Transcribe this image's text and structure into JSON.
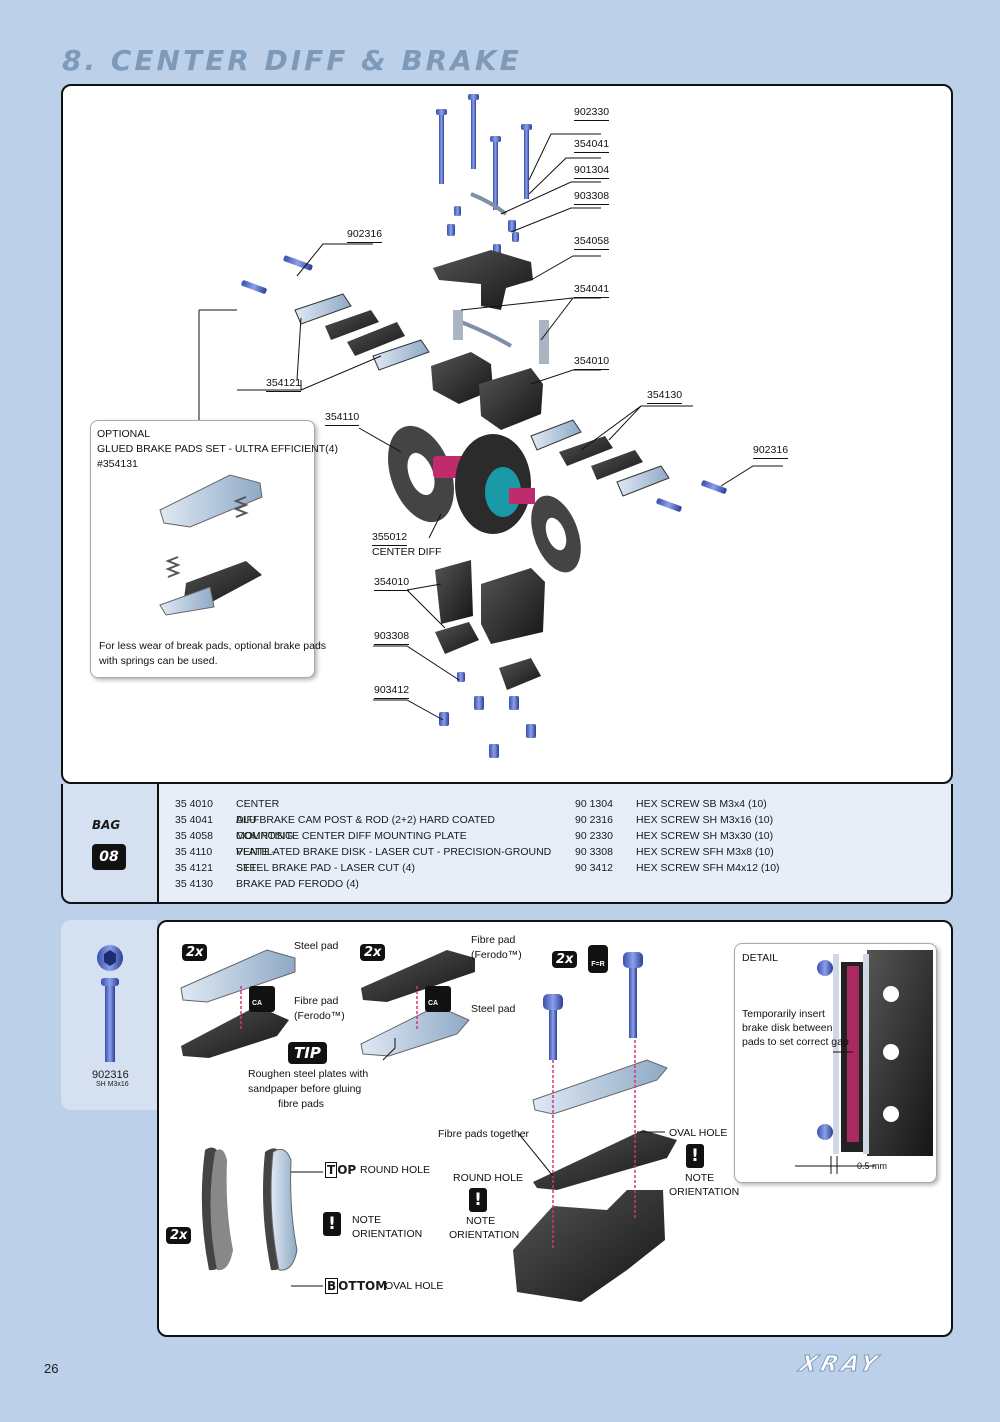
{
  "title": "8. CENTER DIFF & BRAKE",
  "callouts": {
    "c902330": "902330",
    "c354041a": "354041",
    "c901304": "901304",
    "c903308a": "903308",
    "c902316a": "902316",
    "c354058": "354058",
    "c354041b": "354041",
    "c354010a": "354010",
    "c354121": "354121",
    "c354130": "354130",
    "c354110": "354110",
    "c902316b": "902316",
    "c355012": "355012",
    "center_diff": "CENTER DIFF",
    "c354010b": "354010",
    "c903308b": "903308",
    "c903412": "903412"
  },
  "optional_box": {
    "line1": "OPTIONAL",
    "line2": "GLUED BRAKE PADS SET - ULTRA EFFICIENT(4)",
    "line3": "#354131",
    "note1": "For less wear of break pads, optional brake pads",
    "note2": "with springs can be used."
  },
  "bag": {
    "label": "BAG",
    "number": "08"
  },
  "parts_left": [
    {
      "code": "35 4010",
      "name": "CENTER DIFF MOUNTING PLATE - SET"
    },
    {
      "code": "35 4041",
      "name": "ALU BRAKE CAM POST & ROD (2+2) HARD COATED"
    },
    {
      "code": "35 4058",
      "name": "COMPOSITE CENTER DIFF MOUNTING PLATE"
    },
    {
      "code": "35 4110",
      "name": "VENTILATED BRAKE DISK - LASER CUT - PRECISION-GROUND"
    },
    {
      "code": "35 4121",
      "name": "STEEL BRAKE PAD - LASER CUT (4)"
    },
    {
      "code": "35 4130",
      "name": "BRAKE PAD FERODO (4)"
    }
  ],
  "parts_right": [
    {
      "code": "90 1304",
      "name": "HEX SCREW SB M3x4 (10)"
    },
    {
      "code": "90 2316",
      "name": "HEX SCREW SH M3x16 (10)"
    },
    {
      "code": "90 2330",
      "name": "HEX SCREW SH M3x30 (10)"
    },
    {
      "code": "90 3308",
      "name": "HEX SCREW SFH M3x8 (10)"
    },
    {
      "code": "90 3412",
      "name": "HEX SCREW SFH M4x12 (10)"
    }
  ],
  "screw": {
    "code": "902316",
    "desc": "SH M3x16"
  },
  "step": {
    "twox": "2x",
    "ca": "CA",
    "fr": "F=R",
    "steel_pad": "Steel pad",
    "fibre_pad_1": "Fibre pad",
    "fibre_pad_2": "(Ferodo™)",
    "fibre_pad_b1": "Fibre pad",
    "fibre_pad_b2": "(Ferodo™)",
    "steel_pad_b": "Steel pad",
    "tip": "TIP",
    "tip_1": "Roughen steel plates with",
    "tip_2": "sandpaper before gluing",
    "tip_3": "fibre pads",
    "top_t": "T",
    "top_rest": "OP",
    "round_hole": "ROUND HOLE",
    "note_1": "NOTE",
    "note_2": "ORIENTATION",
    "bottom_b": "B",
    "bottom_rest": "OTTOM",
    "oval_hole": "OVAL HOLE",
    "fibre_together": "Fibre pads together",
    "round_hole_2": "ROUND HOLE",
    "note_b1": "NOTE",
    "note_b2": "ORIENTATION",
    "oval_hole_2": "OVAL HOLE",
    "note_c1": "NOTE",
    "note_c2": "ORIENTATION"
  },
  "detail": {
    "title": "DETAIL",
    "t1": "Temporarily insert",
    "t2": "brake disk between",
    "t3": "pads to set correct gap",
    "gap": "0.5 mm"
  },
  "page_number": "26",
  "brand": "XRAY"
}
